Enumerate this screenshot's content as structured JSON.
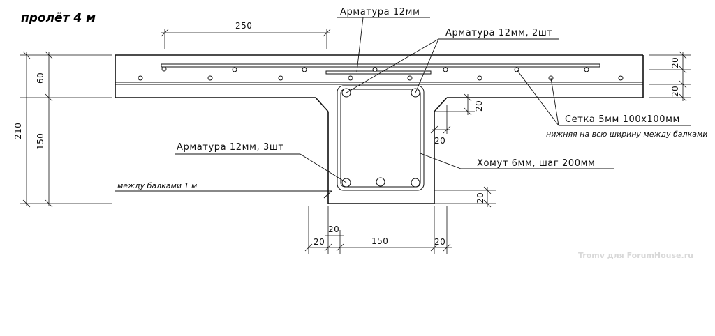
{
  "title": "пролёт 4 м",
  "labels": {
    "rebar_top": "Арматура 12мм",
    "rebar_top_two": "Арматура 12мм, 2шт",
    "rebar_bottom_three": "Арматура 12мм, 3шт",
    "mesh": "Сетка 5мм 100x100мм",
    "mesh_note": "нижняя на всю ширину между балками",
    "stirrup": "Хомут 6мм, шаг 200мм",
    "beam_spacing": "между балками 1 м"
  },
  "dimensions": {
    "top_length": "250",
    "total_height": "210",
    "slab_thickness": "60",
    "rib_height": "150",
    "cover_top_1": "20",
    "cover_top_2": "20",
    "haunch_v": "20",
    "haunch_h": "20",
    "cover_bottom": "20",
    "cover_left_inner": "20",
    "cover_left": "20",
    "rib_width": "150",
    "cover_right": "20"
  },
  "watermark": "Tromv для ForumHouse.ru"
}
